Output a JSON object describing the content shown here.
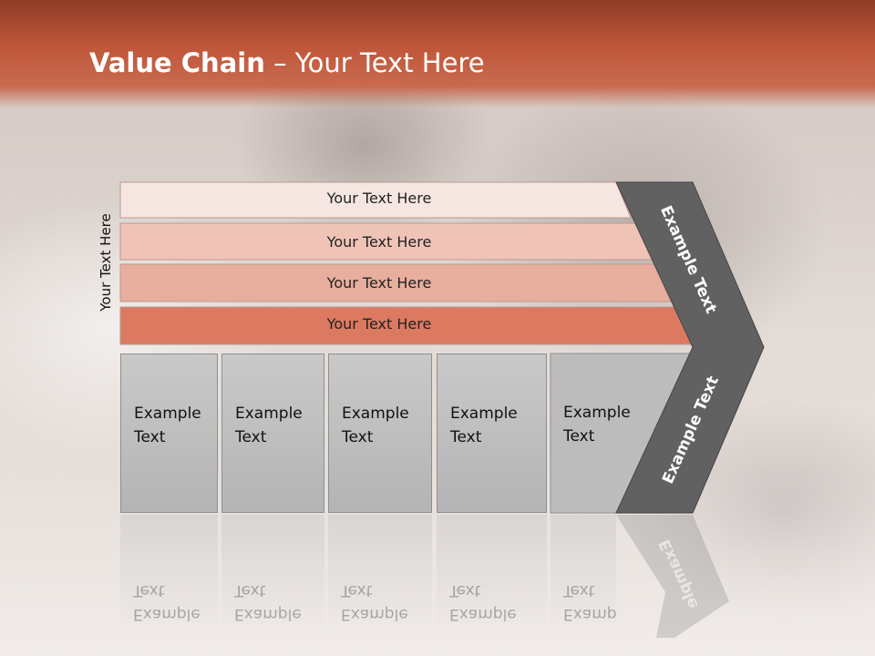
{
  "title": {
    "bold": "Value Chain",
    "rest": " – Your Text Here"
  },
  "side_label": "Your Text Here",
  "bars": [
    {
      "label": "Your Text Here",
      "color": "#f6e6e1"
    },
    {
      "label": "Your Text Here",
      "color": "#efc4b7"
    },
    {
      "label": "Your Text Here",
      "color": "#e8ae9d"
    },
    {
      "label": "Your Text Here",
      "color": "#dc7a61"
    }
  ],
  "boxes": [
    {
      "line1": "Example",
      "line2": "Text"
    },
    {
      "line1": "Example",
      "line2": "Text"
    },
    {
      "line1": "Example",
      "line2": "Text"
    },
    {
      "line1": "Example",
      "line2": "Text"
    },
    {
      "line1": "Example",
      "line2": "Text"
    }
  ],
  "chevron": {
    "upper_label": "Example Text",
    "lower_label": "Example Text",
    "color": "#616161"
  },
  "reflection_label": "Example"
}
